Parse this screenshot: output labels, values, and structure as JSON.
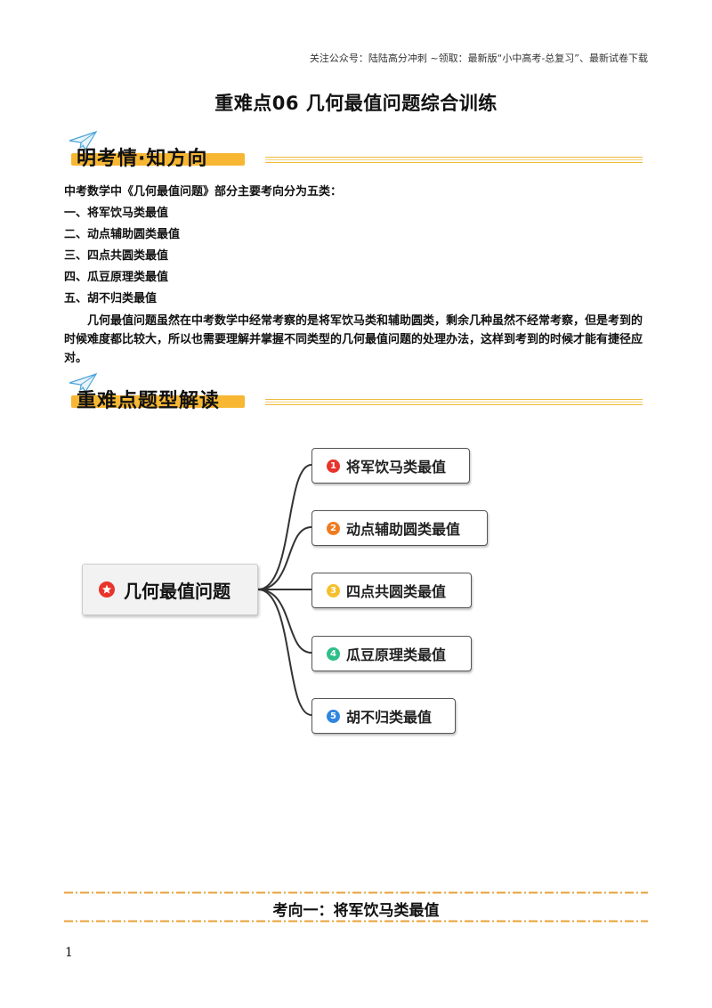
{
  "header_note": "关注公众号：陆陆高分冲刺 ~领取：最新版“小中高考-总复习”、最新试卷下载",
  "title": "重难点06 几何最值问题综合训练",
  "section1": {
    "heading": "明考情·知方向",
    "intro": "中考数学中《几何最值问题》部分主要考向分为五类：",
    "items": [
      "一、将军饮马类最值",
      "二、动点辅助圆类最值",
      "三、四点共圆类最值",
      "四、瓜豆原理类最值",
      "五、胡不归类最值"
    ],
    "paragraph": "几何最值问题虽然在中考数学中经常考察的是将军饮马类和辅助圆类，剩余几种虽然不经常考察，但是考到的时候难度都比较大，所以也需要理解并掌握不同类型的几何最值问题的处理办法，这样到考到的时候才能有捷径应对。"
  },
  "section2": {
    "heading": "重难点题型解读"
  },
  "mindmap": {
    "root": "几何最值问题",
    "branches": [
      {
        "num": "1",
        "label": "将军饮马类最值",
        "color": "#e8342c"
      },
      {
        "num": "2",
        "label": "动点辅助圆类最值",
        "color": "#f07b1f"
      },
      {
        "num": "3",
        "label": "四点共圆类最值",
        "color": "#f5c02c"
      },
      {
        "num": "4",
        "label": "瓜豆原理类最值",
        "color": "#2fbf8a"
      },
      {
        "num": "5",
        "label": "胡不归类最值",
        "color": "#2f86e0"
      }
    ]
  },
  "topic1": "考向一：将军饮马类最值",
  "page_number": "1",
  "colors": {
    "highlight": "#f7b733",
    "dash_rule": "#e8a13a"
  }
}
